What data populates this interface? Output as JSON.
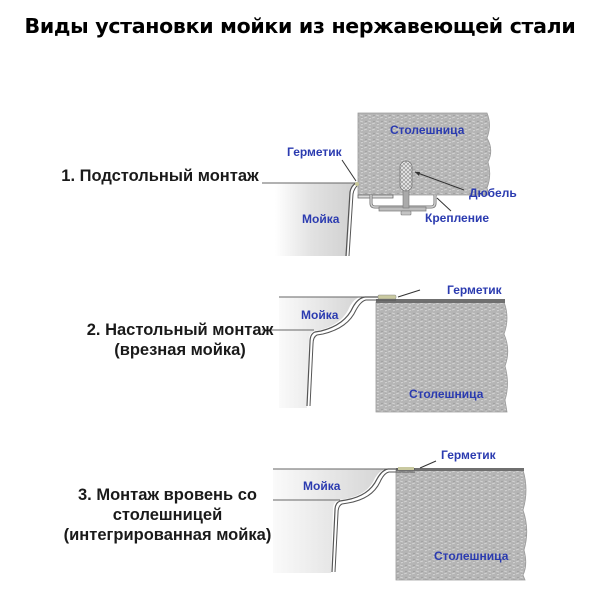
{
  "title": "Виды установки мойки из нержавеющей стали",
  "colors": {
    "label_blue": "#2b3bb0",
    "countertop_gray": "#b7b7b7",
    "sink_gray": "#d6d6d6",
    "outline": "#555555",
    "sealant": "#cfcfa8"
  },
  "sections": [
    {
      "heading": "1. Подстольный монтаж",
      "labels": {
        "sealant": "Герметик",
        "countertop": "Столешница",
        "sink": "Мойка",
        "dowel": "Дюбель",
        "bracket": "Крепление"
      }
    },
    {
      "heading_line1": "2. Настольный монтаж",
      "heading_line2": "(врезная мойка)",
      "labels": {
        "sealant": "Герметик",
        "countertop": "Столешница",
        "sink": "Мойка"
      }
    },
    {
      "heading_line1": "3. Монтаж вровень со",
      "heading_line2": "столешницей",
      "heading_line3": "(интегрированная мойка)",
      "labels": {
        "sealant": "Герметик",
        "countertop": "Столешница",
        "sink": "Мойка"
      }
    }
  ]
}
